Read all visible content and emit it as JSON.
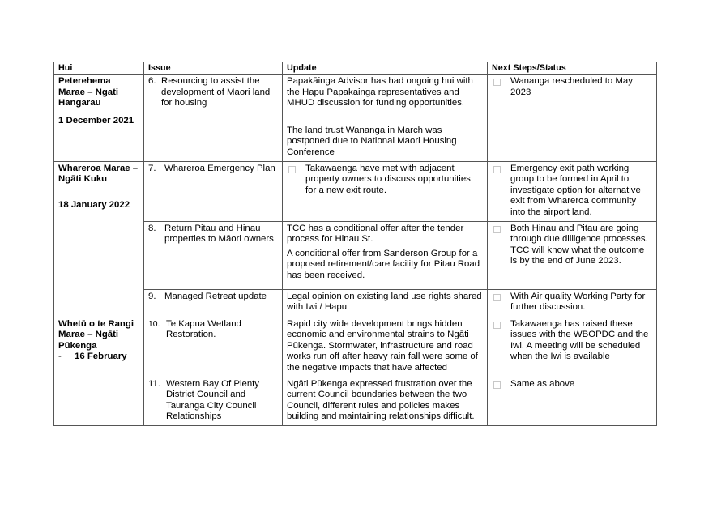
{
  "table": {
    "headers": [
      "Hui",
      "Issue",
      "Update",
      "Next Steps/Status"
    ],
    "rows": [
      {
        "hui_name": "Peterehema Marae – Ngati Hangarau",
        "hui_date": "1 December 2021",
        "issue_num": "6.",
        "issue": "Resourcing to assist the development of Maori land for housing",
        "update_1": "Papakāinga Advisor has had ongoing hui with the Hapu Papakainga representatives and MHUD discussion for funding opportunities.",
        "update_2": "The land trust Wananga in March was postponed due to National Maori Housing Conference",
        "next_steps": "Wananga rescheduled to May 2023"
      },
      {
        "hui_name": "Whareroa Marae – Ngāti Kuku",
        "hui_date": "18 January 2022",
        "issue_num": "7.",
        "issue": "Whareroa Emergency Plan",
        "update_1": "Takawaenga have met with adjacent property owners to discuss opportunities for a new exit route.",
        "next_steps": "Emergency exit path working group to be formed in April to investigate option for alternative exit from Whareroa community into the airport land."
      },
      {
        "issue_num": "8.",
        "issue": "Return Pitau and Hinau properties to Māori owners",
        "update_1": "TCC has a conditional offer after the tender process for Hinau St.",
        "update_2": "A conditional offer from Sanderson Group for a proposed retirement/care facility for Pitau Road has been received.",
        "next_steps": "Both Hinau and Pitau are going through due dilligence processes. TCC will know what the outcome is by the end of June 2023."
      },
      {
        "issue_num": "9.",
        "issue": "Managed Retreat update",
        "update_1": "Legal opinion on existing land use rights shared with Iwi / Hapu",
        "next_steps": "With Air quality Working Party for further discussion."
      },
      {
        "hui_name": "Whetū o te Rangi Marae – Ngāti Pūkenga",
        "hui_dash": "-",
        "hui_date": "16 February",
        "issue_num": "10.",
        "issue": "Te Kapua Wetland Restoration.",
        "update_1": "Rapid city wide development brings hidden economic and environmental strains to Ngāti Pūkenga. Stormwater, infrastructure and road works run off after heavy rain fall were some of the negative impacts that have affected",
        "next_steps": "Takawaenga has raised these issues with the WBOPDC and the Iwi.  A meeting will be scheduled when the Iwi is available"
      },
      {
        "issue_num": "11.",
        "issue": "Western Bay Of Plenty District Council and Tauranga City Council Relationships",
        "update_1": "Ngāti Pūkenga expressed frustration over the current Council boundaries between the two Council, different rules and policies makes building and maintaining relationships difficult.",
        "next_steps": "Same as above"
      }
    ]
  },
  "icons": {
    "bullet": "checkbox-bullet-icon"
  },
  "colors": {
    "border": "#555555",
    "bullet_box": "#c8c8c8"
  }
}
